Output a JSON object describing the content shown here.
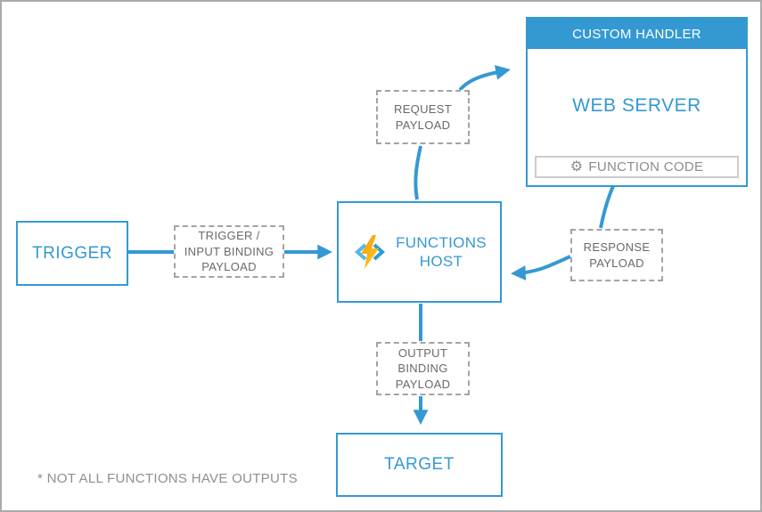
{
  "theme": {
    "accent": "#3499d3",
    "canvas-border": "#a9a9a9",
    "dash-border": "#a3a3a3",
    "muted-text": "#696969",
    "footnote-text": "#8f8f8f",
    "code-text": "#8c8c8c",
    "code-border": "#cccccc",
    "icon-blue-light": "#56b8e8",
    "icon-blue": "#2f9ad4",
    "bolt-orange": "#f7941d",
    "bolt-yellow": "#ffd33f"
  },
  "nodes": {
    "trigger": {
      "label": "TRIGGER"
    },
    "trigger_input_binding_payload": {
      "lines": [
        "TRIGGER /",
        "INPUT BINDING",
        "PAYLOAD"
      ]
    },
    "functions_host": {
      "lines": [
        "FUNCTIONS",
        "HOST"
      ]
    },
    "request_payload": {
      "lines": [
        "REQUEST",
        "PAYLOAD"
      ]
    },
    "custom_handler": {
      "header": "CUSTOM HANDLER",
      "web_server": "WEB SERVER",
      "function_code": "FUNCTION CODE"
    },
    "response_payload": {
      "lines": [
        "RESPONSE",
        "PAYLOAD"
      ]
    },
    "output_binding_payload": {
      "lines": [
        "OUTPUT",
        "BINDING",
        "PAYLOAD"
      ]
    },
    "target": {
      "label": "TARGET"
    }
  },
  "icons": {
    "gear": "⚙"
  },
  "footnote": "* NOT ALL FUNCTIONS HAVE OUTPUTS"
}
